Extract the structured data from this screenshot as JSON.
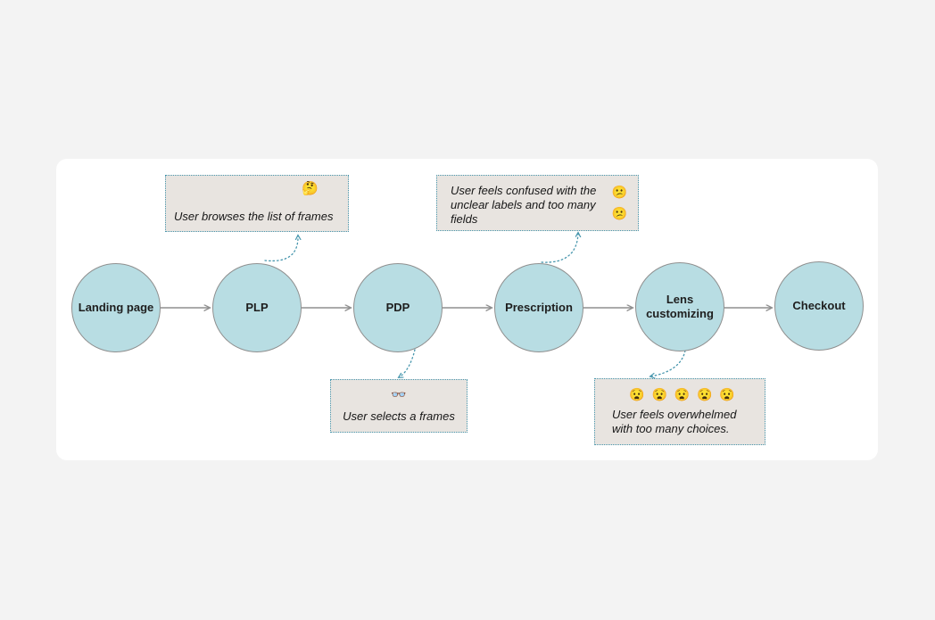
{
  "colors": {
    "page_background": "#f3f3f3",
    "canvas_background": "#ffffff",
    "node_fill": "#b8dde3",
    "node_border": "#8f8f8f",
    "note_background": "#e8e4e0",
    "note_border": "#4796ad",
    "connector": "#4796ad",
    "flow_arrow": "#8f8f8f",
    "text": "#1e1e1e"
  },
  "journey": {
    "stages": [
      {
        "label": "Landing page"
      },
      {
        "label": "PLP"
      },
      {
        "label": "PDP"
      },
      {
        "label": "Prescription"
      },
      {
        "label": "Lens customizing"
      },
      {
        "label": "Checkout"
      }
    ],
    "annotations": [
      {
        "text": "User browses the list of frames",
        "emoji": "🤔",
        "attached_to": "PLP",
        "position": "above"
      },
      {
        "text": "User feels confused with the unclear labels and too many fields",
        "emoji_top": "😕",
        "emoji_bottom": "😕",
        "attached_to": "Prescription",
        "position": "above"
      },
      {
        "text": "User selects a frames",
        "emoji": "👓",
        "attached_to": "PDP",
        "position": "below"
      },
      {
        "text": "User feels overwhelmed with too many choices.",
        "emoji_row": "😧 😧 😧 😧 😧",
        "attached_to": "Lens customizing",
        "position": "below"
      }
    ]
  }
}
